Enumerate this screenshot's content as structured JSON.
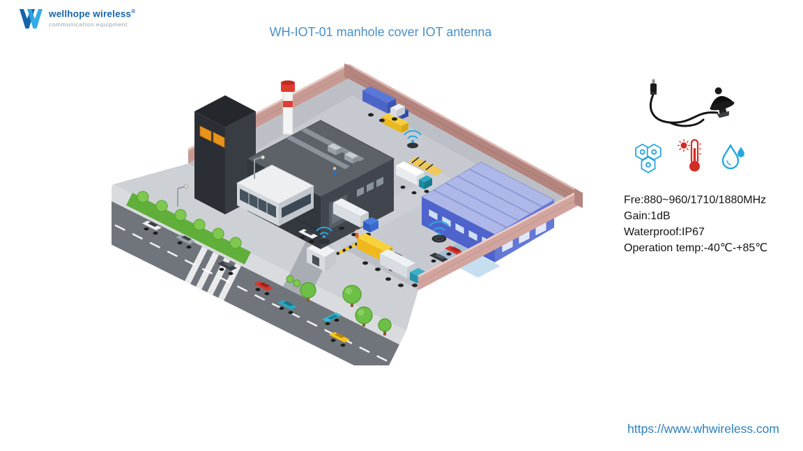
{
  "page": {
    "background": "#ffffff",
    "title": "WH-IOT-01 manhole cover IOT antenna",
    "website": "https://www.whwireless.com"
  },
  "logo": {
    "brand": "wellhope wireless",
    "registered_mark": "®",
    "tagline": "communication equipment"
  },
  "product": {
    "photo_alt": "black manhole cover IOT antenna with coaxial cable",
    "feature_icons": [
      {
        "name": "hexagon-molecule-icon",
        "color": "#29a8e0"
      },
      {
        "name": "thermometer-sun-icon",
        "color": "#d42b26"
      },
      {
        "name": "water-drops-icon",
        "color": "#29a8e0"
      }
    ],
    "specs": [
      "Fre:880~960/1710/1880MHz",
      "Gain:1dB",
      "Waterproof:IP67",
      "Operation temp:-40℃-+85℃"
    ]
  },
  "illustration": {
    "alt": "Isometric industrial park with factory, blue warehouse, trucks, cars and IOT manhole antennas emitting signals",
    "accent_colors": {
      "factory": "#33373e",
      "warehouse": "#4f63cc",
      "signal": "#2aa7e0",
      "wall": "#c89a94",
      "road": "#70757c"
    }
  },
  "colors": {
    "title": "#4a8fc8",
    "link": "#2b7fc0",
    "brand_blue": "#1565ab",
    "accent_blue": "#29a8e0"
  }
}
